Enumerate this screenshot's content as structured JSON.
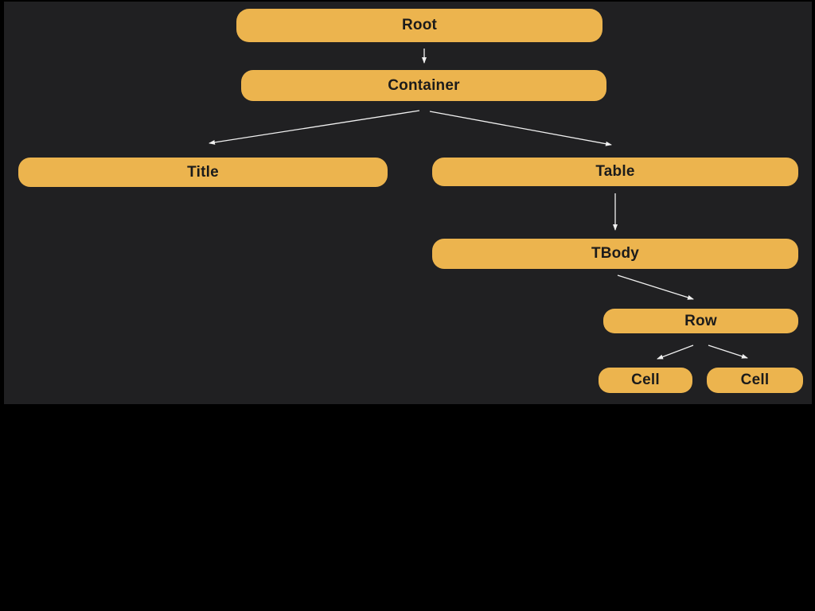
{
  "diagram": {
    "nodes": [
      {
        "id": "root",
        "label": "Root"
      },
      {
        "id": "container",
        "label": "Container"
      },
      {
        "id": "title",
        "label": "Title"
      },
      {
        "id": "table",
        "label": "Table"
      },
      {
        "id": "tbody",
        "label": "TBody"
      },
      {
        "id": "row",
        "label": "Row"
      },
      {
        "id": "cell1",
        "label": "Cell"
      },
      {
        "id": "cell2",
        "label": "Cell"
      }
    ],
    "edges": [
      {
        "from": "root",
        "to": "container"
      },
      {
        "from": "container",
        "to": "title"
      },
      {
        "from": "container",
        "to": "table"
      },
      {
        "from": "table",
        "to": "tbody"
      },
      {
        "from": "tbody",
        "to": "row"
      },
      {
        "from": "row",
        "to": "cell1"
      },
      {
        "from": "row",
        "to": "cell2"
      }
    ],
    "colors": {
      "node_fill": "#ECB44E",
      "node_text": "#1B1B1B",
      "canvas": "#202022",
      "background": "#000000",
      "arrow": "#F0F0F0"
    }
  }
}
